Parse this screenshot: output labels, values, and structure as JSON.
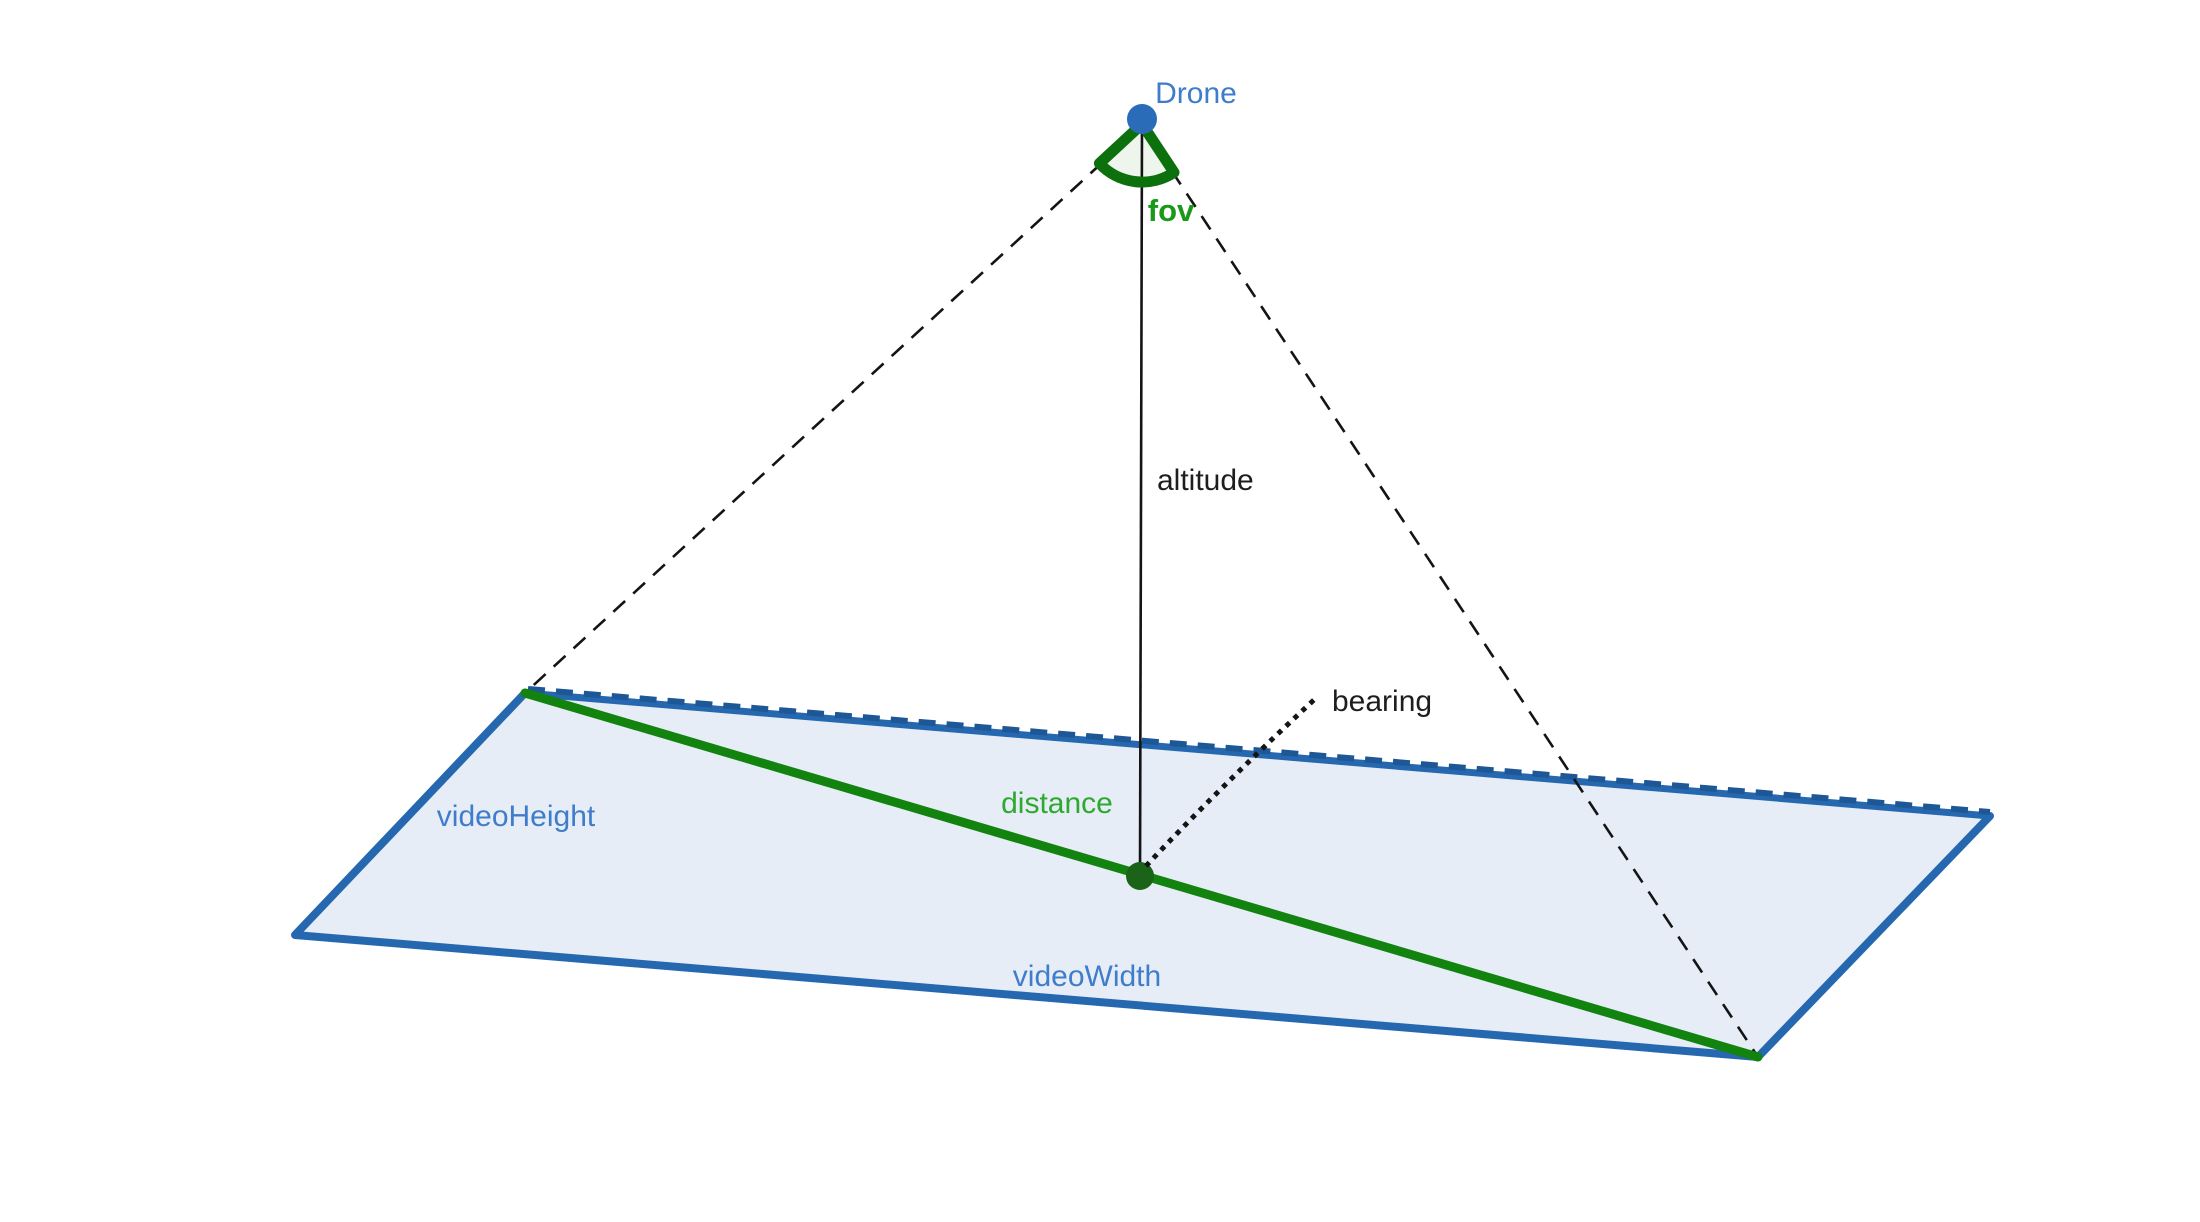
{
  "diagram": {
    "labels": {
      "drone": "Drone",
      "fov": "fov",
      "altitude": "altitude",
      "bearing": "bearing",
      "distance": "distance",
      "video_height": "videoHeight",
      "video_width": "videoWidth"
    },
    "colors": {
      "plane_fill": "#e6edf7",
      "blue_edge": "#2668b0",
      "blue_edge_dash": "#1d5796",
      "blue_label": "#3f7cc9",
      "drone_dot": "#2a6cb8",
      "green_line": "#12830f",
      "green_label": "#2fa82f",
      "fov_label": "#189918",
      "fov_stroke": "#0c700c",
      "fov_fill": "#eef5ec",
      "ground_dot": "#1a6318",
      "black_line": "#141414",
      "dark_text": "#1e1e1e"
    }
  }
}
